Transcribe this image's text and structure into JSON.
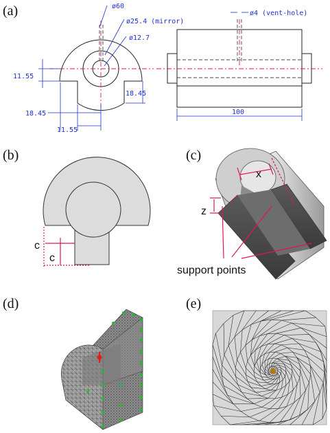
{
  "panels": {
    "a": {
      "label": "(a)",
      "dims": {
        "dia60": "ø60",
        "dia25": "ø25.4 (mirror)",
        "dia12": "ø12.7",
        "left_1155": "11.55",
        "right_1845": "18.45",
        "bottom_1845": "18.45",
        "bottom_1155": "11.55",
        "vent": "ø4 (vent-hole)",
        "length": "100"
      }
    },
    "b": {
      "label": "(b)",
      "c1": "c",
      "c2": "c"
    },
    "c": {
      "label": "(c)",
      "x": "x",
      "z": "z",
      "support": "support points"
    },
    "d": {
      "label": "(d)"
    },
    "e": {
      "label": "(e)"
    }
  },
  "colors": {
    "dimension": "#1e2fd0",
    "annotation": "#e0155a",
    "part_gray": "#d9d9d9"
  }
}
